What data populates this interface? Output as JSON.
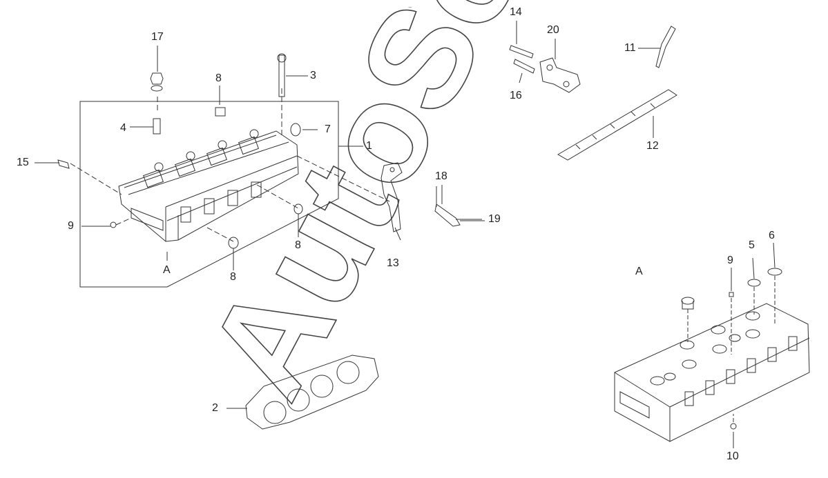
{
  "diagram": {
    "watermark": "AutoSoft",
    "view_marker": "A",
    "detail_title": "A",
    "part_labels": {
      "p1": "1",
      "p2": "2",
      "p3": "3",
      "p4": "4",
      "p5": "5",
      "p6": "6",
      "p7": "7",
      "p8a": "8",
      "p8b": "8",
      "p8c": "8",
      "p9a": "9",
      "p9b": "9",
      "p10": "10",
      "p11": "11",
      "p12": "12",
      "p13": "13",
      "p14": "14",
      "p15": "15",
      "p16": "16",
      "p17": "17",
      "p18": "18",
      "p19": "19",
      "p20": "20"
    }
  },
  "colors": {
    "line": "#333333",
    "watermark_stroke": "#444444"
  }
}
